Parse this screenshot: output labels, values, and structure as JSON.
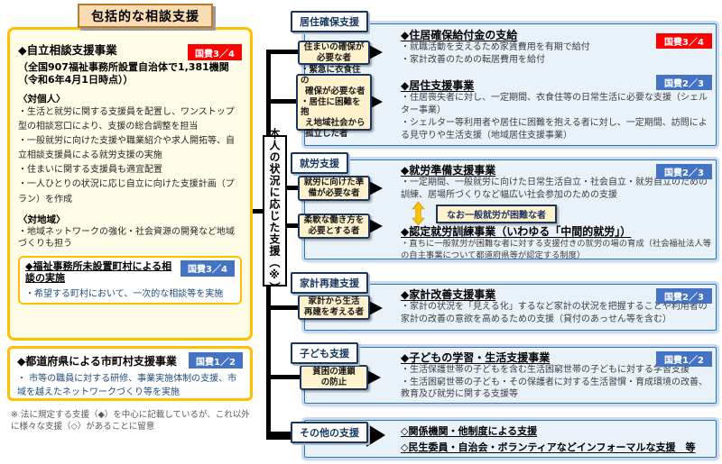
{
  "title": "包括的な相談支援",
  "colors": {
    "accent_yellow": "#FFC000",
    "label_red": "#FF0000",
    "label_blue": "#4472C4",
    "section_fill": "#E9F1F9",
    "section_border": "#2E74B5",
    "category_fill": "#FFF2CC",
    "category_border": "#17375E",
    "title_fill": "#FADCB4"
  },
  "left": {
    "main_box": {
      "label": "国費3／4",
      "heading": "◆自立相談支援事業",
      "subheading": "（全国907福祉事務所設置自治体で1,381機関（令和6年4月1日時点））",
      "group1_title": "〈対個人〉",
      "group1_bullets": [
        "・生活と就労に関する支援員を配置し、ワンストップ型の相談窓口により、支援の総合調整を担当",
        "・一般就労に向けた支援や職業紹介や求人開拓等、自立相談支援員による就労支援の実施",
        "・住まいに関する支援員も適宜配置",
        "・一人ひとりの状況に応じ自立に向けた支援計画（プラン）を作成"
      ],
      "group2_title": "〈対地域〉",
      "group2_bullets": [
        "・地域ネットワークの強化・社会資源の開発など地域づくりも担う"
      ],
      "inner_box": {
        "heading": "◆福祉事務所未設置町村による相談の実施",
        "label": "国費3／4",
        "bullet": "・希望する町村において、一次的な相談等を実施"
      }
    },
    "pref_box": {
      "heading": "◆都道府県による市町村支援事業",
      "label": "国費1／2",
      "bullet": "・ 市等の職員に対する研修、事業実施体制の支援、市域を越えたネットワークづくり等を実施"
    },
    "footnote": "※ 法に規定する支援（◆）を中心に記載しているが、これ以外に様々な支援（◇）があることに留意"
  },
  "center": {
    "label": "本人の状況に応じた支援（※）"
  },
  "sections": [
    {
      "header": "居住確保支援",
      "categories": [
        {
          "lines": [
            "住まいの確保が",
            "必要な者"
          ]
        },
        {
          "lines": [
            "・緊急に衣食住の",
            "確保が必要な者",
            "・居住に困難を抱",
            "え地域社会から",
            "孤立した者"
          ]
        }
      ],
      "items": [
        {
          "heading": "◆住居確保給付金の支給",
          "label": "国費3／4",
          "bullets": [
            "・就職活動を支えるため家賃費用を有期で給付",
            "・家計改善のための転居費用を給付"
          ]
        },
        {
          "heading": "◆居住支援事業",
          "label": "国費2／3",
          "bullets": [
            "・住居喪失者に対し、一定期間、衣食住等の日常生活に必要な支援（シェルター事業）",
            "・シェルター等利用者や居住に困難を抱える者に対し、一定期間、訪問による見守りや生活支援（地域居住支援事業）"
          ]
        }
      ]
    },
    {
      "header": "就労支援",
      "categories": [
        {
          "lines": [
            "就労に向けた準",
            "備が必要な者"
          ]
        },
        {
          "lines": [
            "柔軟な働き方を",
            "必要とする者"
          ]
        }
      ],
      "connector_note": "なお一般就労が困難な者",
      "items": [
        {
          "heading": "◆就労準備支援事業",
          "label": "国費2／3",
          "bullets": [
            "・一定期間、一般就労に向けた日常生活自立・社会自立・就労自立のための訓練、居場所づくりなど幅広い社会参加のための支援"
          ]
        },
        {
          "heading": "◆認定就労訓練事業（いわゆる「中間的就労」）",
          "bullets": [
            "・直ちに一般就労が困難な者に対する支援付きの就労の場の育成（社会福祉法人等の自主事業について都道府県等が認定する制度）"
          ]
        }
      ]
    },
    {
      "header": "家計再建支援",
      "categories": [
        {
          "lines": [
            "家計から生活",
            "再建を考える者"
          ]
        }
      ],
      "items": [
        {
          "heading": "◆家計改善支援事業",
          "label": "国費2／3",
          "bullets": [
            "・家計の状況を「見える化」するなど家計の状況を把握することや利用者の家計の改善の意欲を高めるための支援（貸付のあっせん等を含む）"
          ]
        }
      ]
    },
    {
      "header": "子ども支援",
      "categories": [
        {
          "lines": [
            "貧困の連鎖",
            "の防止"
          ]
        }
      ],
      "items": [
        {
          "heading": "◆子どもの学習・生活支援事業",
          "label": "国費1／2",
          "bullets": [
            "・生活保護世帯の子どもを含む生活困窮世帯の子どもに対する学習支援",
            "・生活困窮世帯の子ども・その保護者に対する生活習慣・育成環境の改善、教育及び就労に関する支援等"
          ]
        }
      ]
    },
    {
      "header": "その他の支援",
      "items": [
        {
          "heading": "◇関係機関・他制度による支援"
        },
        {
          "heading": "◇民生委員・自治会・ボランティアなどインフォーマルな支援　等"
        }
      ]
    }
  ]
}
